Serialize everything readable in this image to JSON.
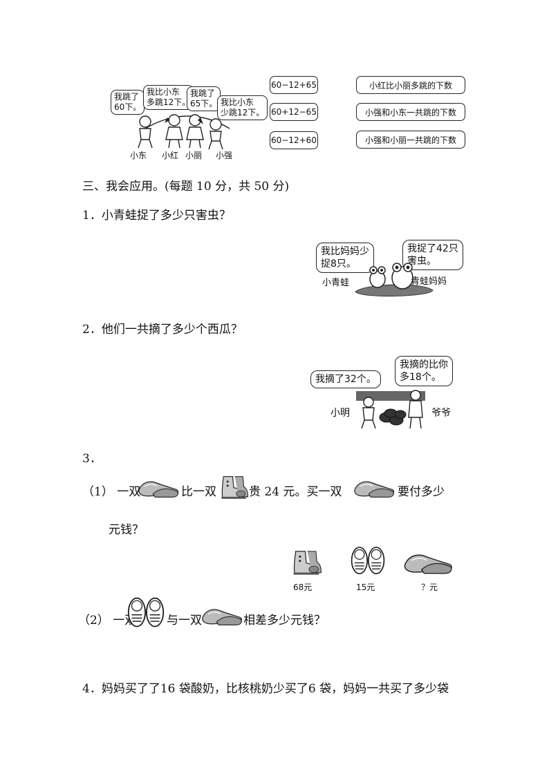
{
  "jump": {
    "bubbles": [
      "我跳了\n60下。",
      "我比小东\n多跳12下。",
      "我跳了\n65下。",
      "我比小东\n少跳12下。"
    ],
    "names": [
      "小东",
      "小红",
      "小丽",
      "小强"
    ],
    "expressions": [
      "60−12+65",
      "60+12−65",
      "60−12+60"
    ],
    "meanings": [
      "小红比小丽多跳的下数",
      "小强和小东一共跳的下数",
      "小强和小丽一共跳的下数"
    ]
  },
  "section3": {
    "title": "三、我会应用。(每题 10 分，共 50 分)"
  },
  "q1": {
    "text": "1．小青蛙捉了多少只害虫？",
    "bubble_left": "我比妈妈少\n捉8只。",
    "bubble_right": "我捉了42只\n害虫。",
    "label_left": "小青蛙",
    "label_right": "青蛙妈妈"
  },
  "q2": {
    "text": "2．他们一共摘了多少个西瓜？",
    "bubble_left": "我摘了32个。",
    "bubble_right": "我摘的比你\n多18个。",
    "label_left": "小明",
    "label_right": "爷爷"
  },
  "q3": {
    "number": "3．",
    "p1_prefix": "（1） 一双",
    "p1_mid": "比一双",
    "p1_mid2": "贵 24 元。买一双",
    "p1_suffix": "要付多少",
    "p1_line2": "元钱？",
    "prices": [
      "68元",
      "15元",
      "？元"
    ],
    "p2_prefix": "（2） 一双",
    "p2_mid": "与一双",
    "p2_suffix": "相差多少元钱？"
  },
  "q4": {
    "text": "4．妈妈买了了16 袋酸奶，比核桃奶少买了6 袋，妈妈一共买了多少袋"
  },
  "icons": {
    "leather_shoe": "leather-shoe-icon",
    "boot": "boot-icon",
    "sneaker": "sneaker-icon"
  }
}
